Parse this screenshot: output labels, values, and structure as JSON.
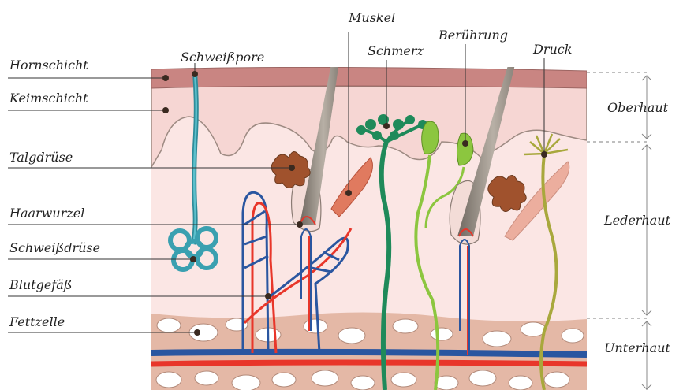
{
  "left_labels": [
    {
      "key": "hornschicht",
      "text": "Hornschicht"
    },
    {
      "key": "keimschicht",
      "text": "Keimschicht"
    },
    {
      "key": "talgdruese",
      "text": "Talgdrüse"
    },
    {
      "key": "haarwurzel",
      "text": "Haarwurzel"
    },
    {
      "key": "schweissdruese",
      "text": "Schweißdrüse"
    },
    {
      "key": "blutgefaess",
      "text": "Blutgefäß"
    },
    {
      "key": "fettzelle",
      "text": "Fettzelle"
    }
  ],
  "top_labels": [
    {
      "key": "schweisspore",
      "text": "Schweißpore"
    },
    {
      "key": "muskel",
      "text": "Muskel"
    },
    {
      "key": "schmerz",
      "text": "Schmerz"
    },
    {
      "key": "beruehrung",
      "text": "Berührung"
    },
    {
      "key": "druck",
      "text": "Druck"
    }
  ],
  "right_labels": [
    {
      "key": "oberhaut",
      "text": "Oberhaut"
    },
    {
      "key": "lederhaut",
      "text": "Lederhaut"
    },
    {
      "key": "unterhaut",
      "text": "Unterhaut"
    }
  ],
  "colors": {
    "horn": "#c98582",
    "keim": "#f6d6d3",
    "leder": "#fbe6e4",
    "unterhaut": "#e4b8a6",
    "fat_cell": "#ffffff",
    "sweat": "#3aa0b0",
    "artery": "#e8362a",
    "vein": "#2a56a0",
    "hair": "#8a8177",
    "nerve_pain": "#1f8a5a",
    "nerve_touch": "#8cc63f",
    "nerve_pressure": "#a8a83c",
    "gland": "#a0522d",
    "muscle": "#e07a5f"
  }
}
